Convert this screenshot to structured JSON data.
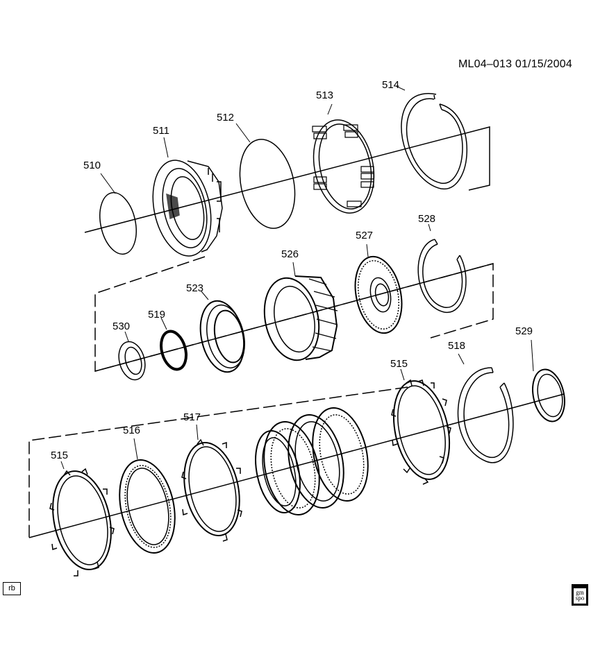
{
  "header": {
    "reference": "ML04–013  01/15/2004"
  },
  "parts": [
    {
      "id": "p510",
      "label": "510"
    },
    {
      "id": "p511",
      "label": "511"
    },
    {
      "id": "p512",
      "label": "512"
    },
    {
      "id": "p513",
      "label": "513"
    },
    {
      "id": "p514",
      "label": "514"
    },
    {
      "id": "p530",
      "label": "530"
    },
    {
      "id": "p519",
      "label": "519"
    },
    {
      "id": "p523",
      "label": "523"
    },
    {
      "id": "p526",
      "label": "526"
    },
    {
      "id": "p527",
      "label": "527"
    },
    {
      "id": "p528",
      "label": "528"
    },
    {
      "id": "p529",
      "label": "529"
    },
    {
      "id": "p518",
      "label": "518"
    },
    {
      "id": "p515b",
      "label": "515"
    },
    {
      "id": "p515a",
      "label": "515"
    },
    {
      "id": "p516",
      "label": "516"
    },
    {
      "id": "p517",
      "label": "517"
    }
  ],
  "footer": {
    "left_tag": "rb",
    "logo_top": "gm",
    "logo_bottom": "spo"
  }
}
